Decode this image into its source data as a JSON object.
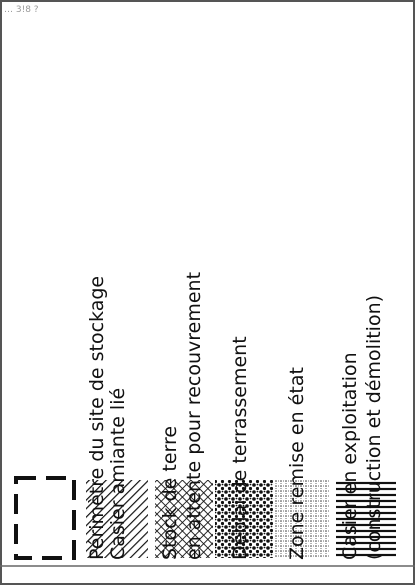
{
  "scan_mark": "… 3!8 ?",
  "legend": {
    "items": [
      {
        "key": "perimeter",
        "symbol": "dashed-rectangle",
        "lines": [
          "Périmètre du site de stockage"
        ]
      },
      {
        "key": "asbestos-cell",
        "symbol": "diagonal-hatch",
        "lines": [
          "Casier amiante lié"
        ]
      },
      {
        "key": "soil-stock",
        "symbol": "cross-hatch",
        "lines": [
          "Stock de terre",
          "en attente pour recouvrement"
        ]
      },
      {
        "key": "excavation",
        "symbol": "dotted-texture",
        "lines": [
          "Déblai de terrassement"
        ]
      },
      {
        "key": "rehabilitated",
        "symbol": "fine-grid",
        "lines": [
          "Zone remise en état"
        ]
      },
      {
        "key": "active-cell",
        "symbol": "parallel-lines",
        "lines": [
          "Casier en exploitation",
          "(construction et démolition)"
        ]
      }
    ]
  },
  "colors": {
    "ink": "#111111",
    "paper": "#ffffff",
    "border": "#555555"
  }
}
